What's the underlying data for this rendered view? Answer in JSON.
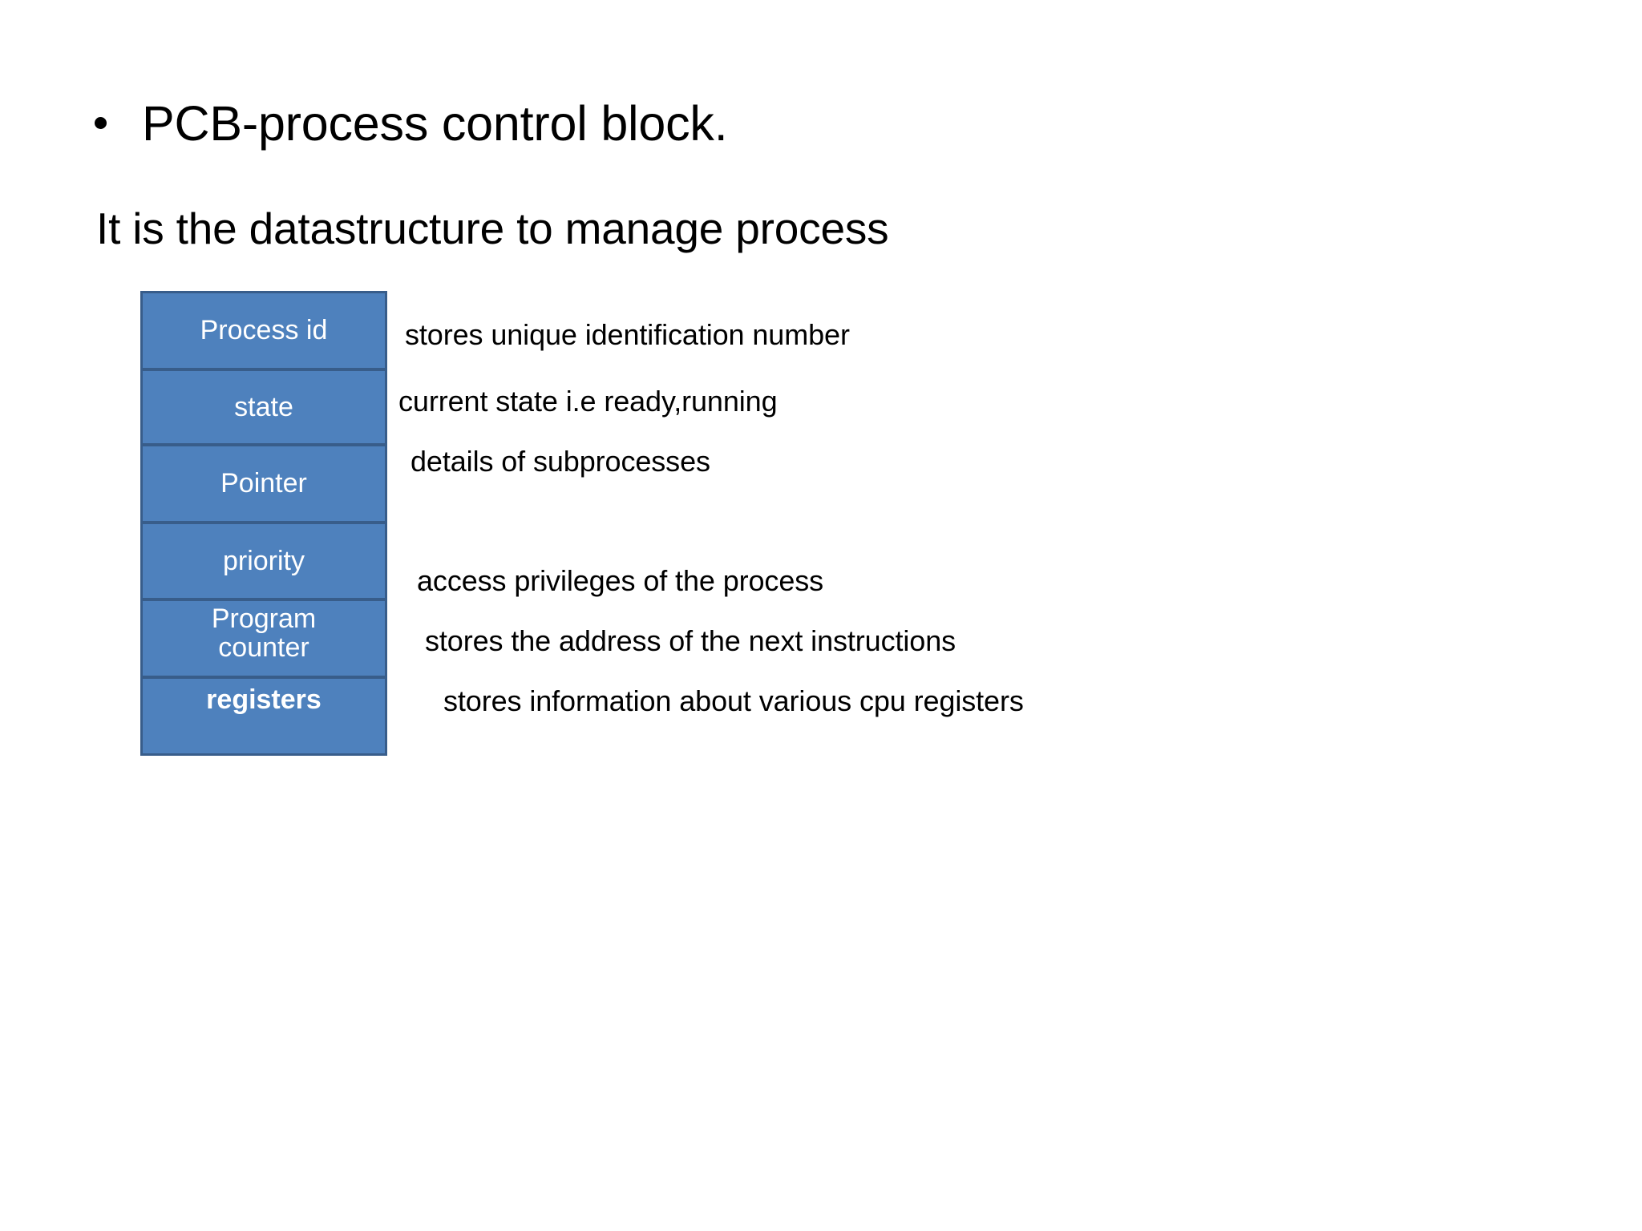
{
  "slide": {
    "background_color": "#ffffff",
    "heading": {
      "bullet_glyph": "•",
      "text": "PCB-process control block."
    },
    "subtitle": "It is the datastructure to manage process"
  },
  "pcb_table": {
    "fill_color": "#4E81BD",
    "border_color": "#385D8A",
    "text_color": "#ffffff",
    "rows": [
      {
        "label": "Process id",
        "bold": false
      },
      {
        "label": "state",
        "bold": false
      },
      {
        "label": "Pointer",
        "bold": false
      },
      {
        "label": "priority",
        "bold": false
      },
      {
        "label": "Program\ncounter",
        "bold": true
      },
      {
        "label": "registers",
        "bold": true
      }
    ]
  },
  "annotations": [
    {
      "text": "stores unique identification number"
    },
    {
      "text": "current state i.e ready,running"
    },
    {
      "text": "details of subprocesses"
    },
    {
      "text": "access privileges of the process"
    },
    {
      "text": "stores the address of the next instructions"
    },
    {
      "text": "stores information about various cpu registers"
    }
  ]
}
